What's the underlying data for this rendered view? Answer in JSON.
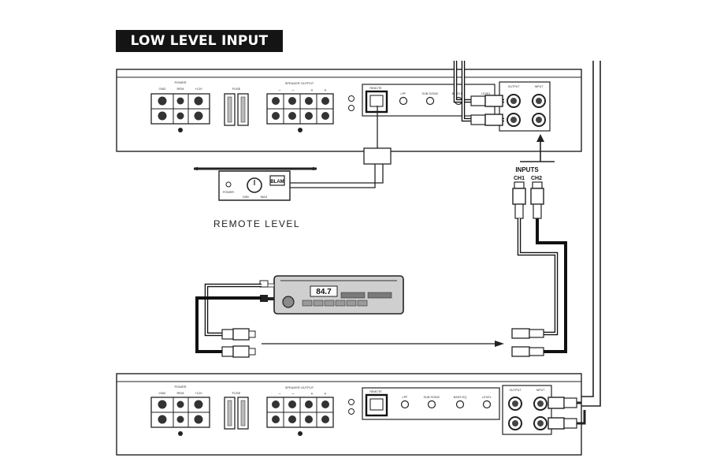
{
  "title": "LOW LEVEL INPUT WIRING",
  "remote_level": {
    "caption": "REMOTE LEVEL",
    "power_label": "POWER",
    "min_label": "MIN",
    "max_label": "MAX",
    "brand_label": "BLAM"
  },
  "inputs_label": "INPUTS",
  "ch1_label": "CH1",
  "ch2_label": "CH2",
  "head_unit": {
    "display": "84.7"
  },
  "amplifier": {
    "power_label": "POWER",
    "gnd_label": "GND",
    "rem_label": "REM",
    "plus12_label": "+12V",
    "fuse_label": "FUSE",
    "speaker_label": "SPEAKER OUTPUT",
    "remote_label": "REMOTE",
    "lpf_label": "LPF",
    "subsonic_label": "SUB SONIC",
    "bass_label": "BASS EQ",
    "level_label": "LEVEL",
    "output_label": "OUTPUT",
    "input_label": "INPUT"
  }
}
